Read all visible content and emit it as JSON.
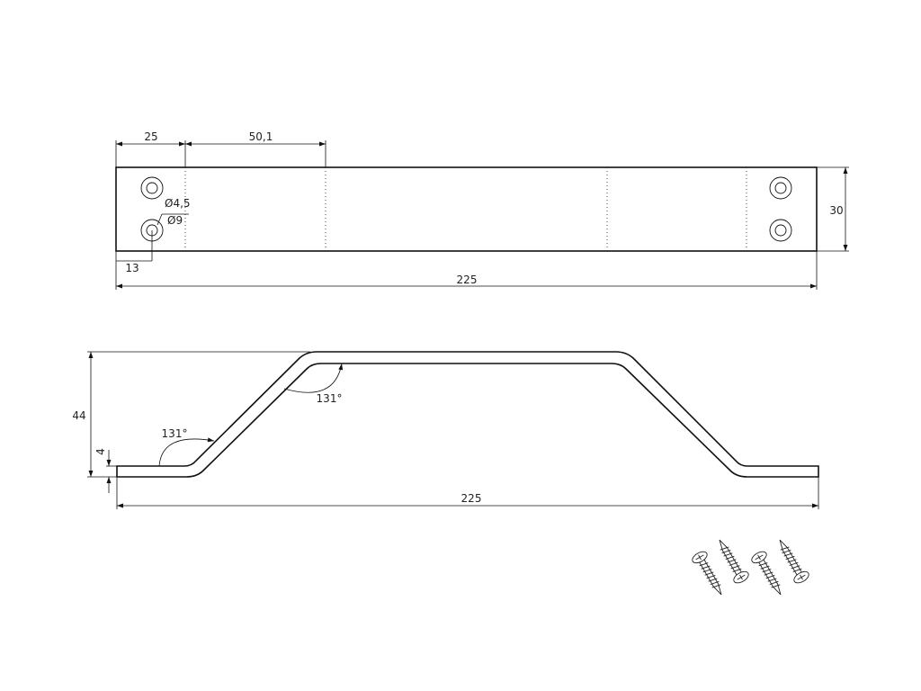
{
  "top_view": {
    "dim_hole_offset": "25",
    "dim_hole_spacing": "50,1",
    "dim_height": "30",
    "dim_total_length": "225",
    "dim_edge_offset": "13",
    "dim_hole_inner": "Ø4,5",
    "dim_hole_outer": "Ø9"
  },
  "side_view": {
    "dim_height": "44",
    "dim_thickness": "4",
    "angle_left": "131°",
    "angle_right": "131°",
    "dim_total_length": "225"
  },
  "accessories": {
    "screw_count": 4
  }
}
